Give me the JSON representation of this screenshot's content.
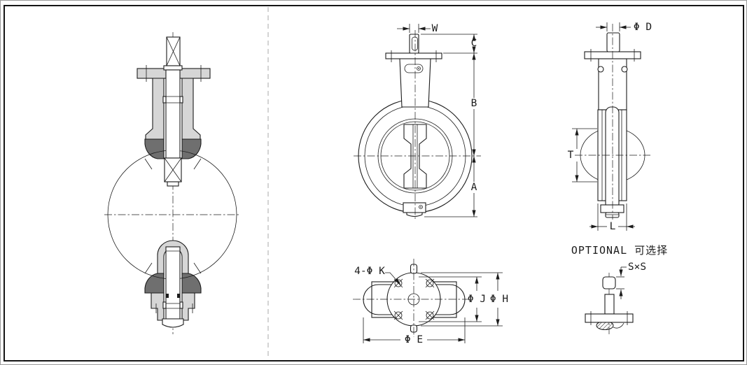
{
  "front_view": {
    "dim_w": "W",
    "dim_c": "C",
    "dim_b": "B",
    "dim_a": "A"
  },
  "side_view": {
    "dim_d": "Φ D",
    "dim_t": "T",
    "dim_l": "L"
  },
  "top_view": {
    "dim_k": "4-Φ K",
    "dim_j": "Φ J",
    "dim_h": "Φ H",
    "dim_e": "Φ E"
  },
  "optional_view": {
    "title": "OPTIONAL 可选择",
    "dim_s": "S×S"
  },
  "colors": {
    "line": "#1c1c1c",
    "body_light": "#d6d6d6",
    "seat_dark": "#6f6f6f",
    "separator": "#b8b8b8",
    "background": "#ffffff"
  }
}
